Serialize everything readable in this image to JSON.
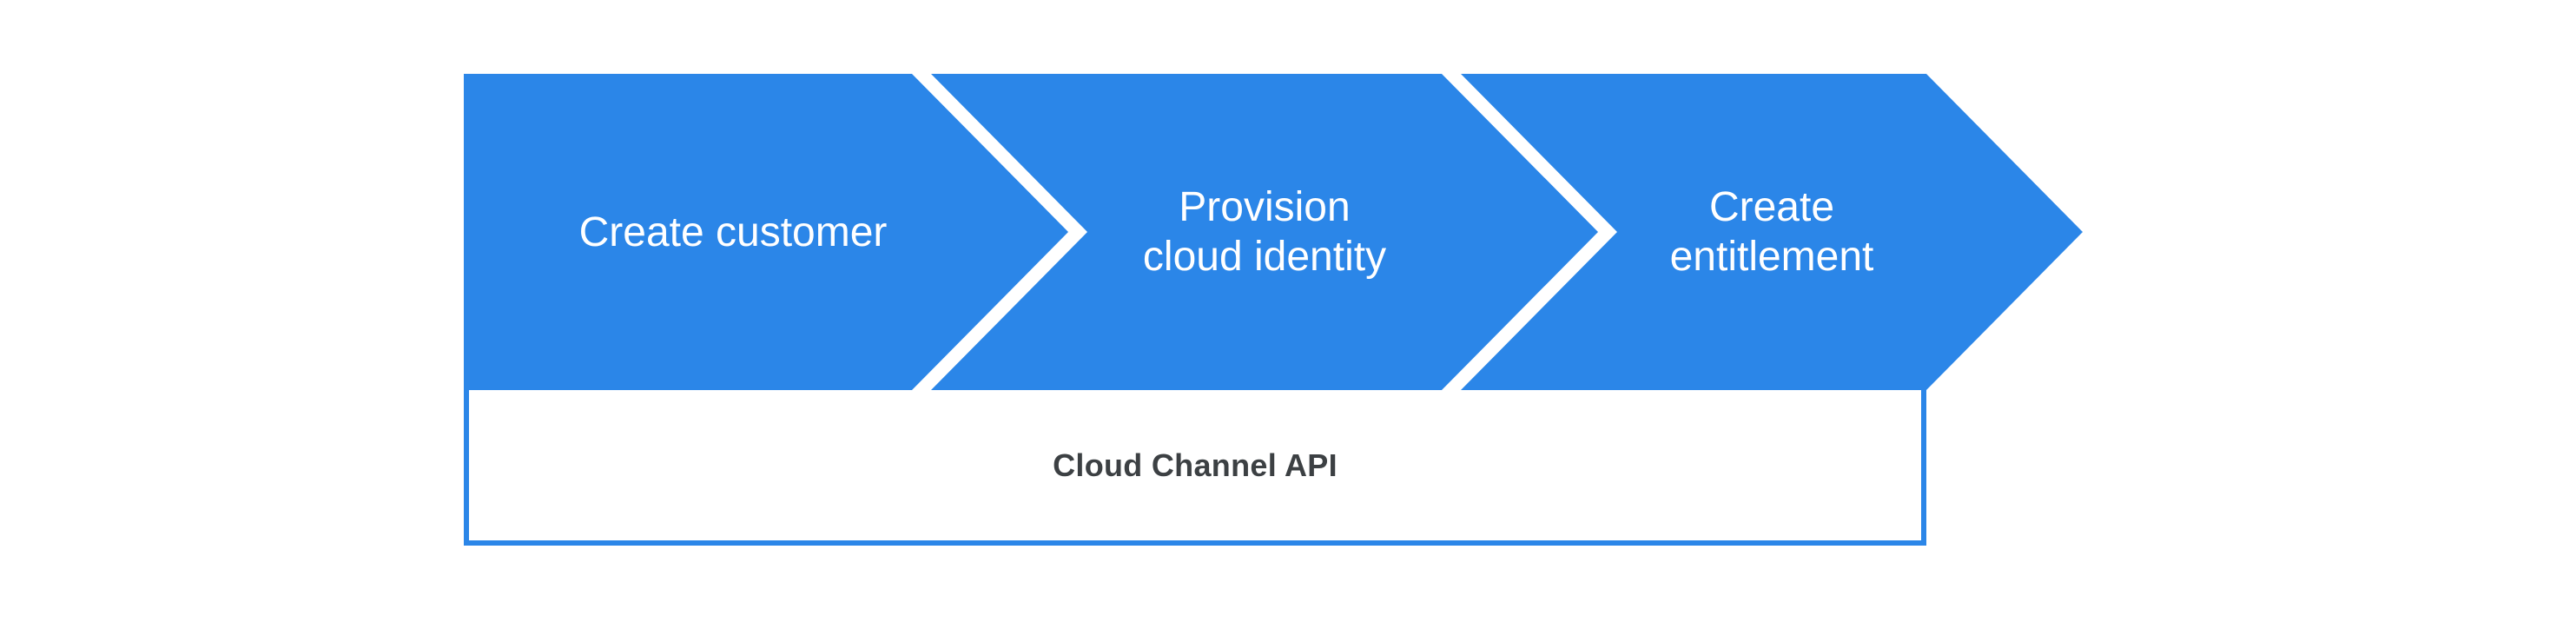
{
  "colors": {
    "background": "#ffffff",
    "chevron_blue": "#2b86e8",
    "chevron_text": "#ffffff",
    "api_box_border": "#2b86e8",
    "api_box_text": "#3c4043"
  },
  "steps": [
    {
      "id": "create-customer",
      "lines": [
        "Create customer"
      ]
    },
    {
      "id": "provision-cloud-identity",
      "lines": [
        "Provision",
        "cloud identity"
      ]
    },
    {
      "id": "create-entitlement",
      "lines": [
        "Create",
        "entitlement"
      ]
    }
  ],
  "api_box": {
    "label": "Cloud Channel API"
  }
}
